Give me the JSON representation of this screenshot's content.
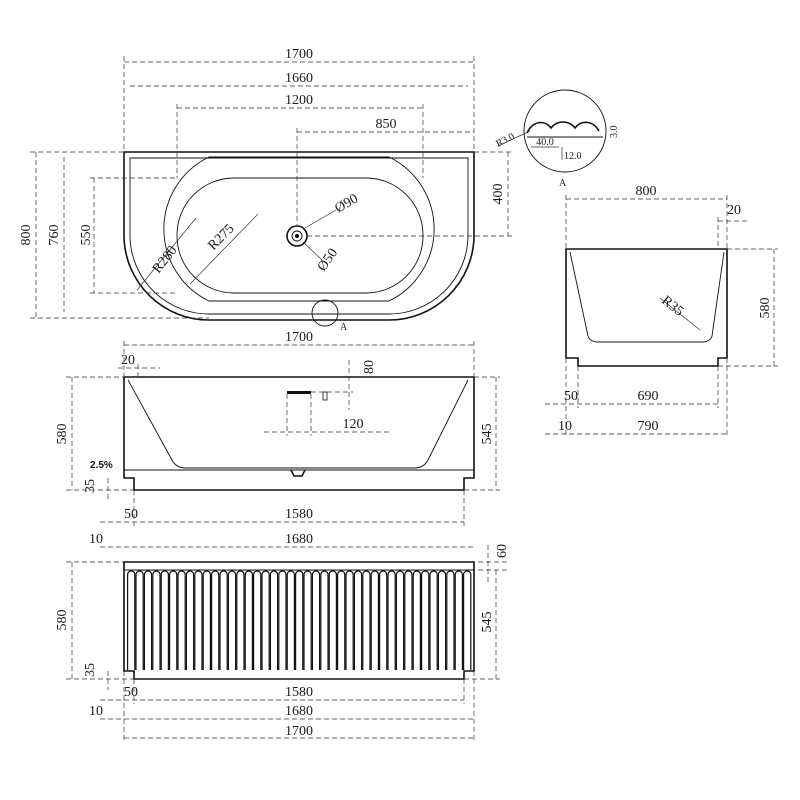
{
  "top_view": {
    "width_overall": "1700",
    "width_inner": "1660",
    "basin_length": "1200",
    "drain_offset": "850",
    "depth_overall": "800",
    "depth_inner": "760",
    "basin_width": "550",
    "drain_to_back": "400",
    "radius_outer": "R280",
    "radius_inner": "R275",
    "drain_diameter": "Ø90",
    "overflow_diameter": "Ø50",
    "detail_marker": "A"
  },
  "detail_a": {
    "label": "A",
    "radius": "R3.0",
    "pitch": "40.0",
    "depth": "12.0",
    "groove": "3.0"
  },
  "side_view": {
    "width": "800",
    "rim": "20",
    "height": "580",
    "radius": "R35",
    "base_inner": "690",
    "base_outer": "790",
    "offset_50": "50",
    "offset_10": "10"
  },
  "front_section": {
    "width_overall": "1700",
    "rim": "20",
    "spout_drop": "80",
    "spout_center": "120",
    "height": "580",
    "basin_depth": "545",
    "plinth": "35",
    "slope": "2.5%",
    "base_offset": "50",
    "base_length": "1580",
    "offset_10": "10",
    "length_1680": "1680"
  },
  "front_elevation": {
    "rim_band": "60",
    "height": "580",
    "basin_depth": "545",
    "plinth": "35",
    "base_offset": "50",
    "base_length": "1580",
    "offset_10": "10",
    "length_1680": "1680",
    "width_overall": "1700"
  }
}
